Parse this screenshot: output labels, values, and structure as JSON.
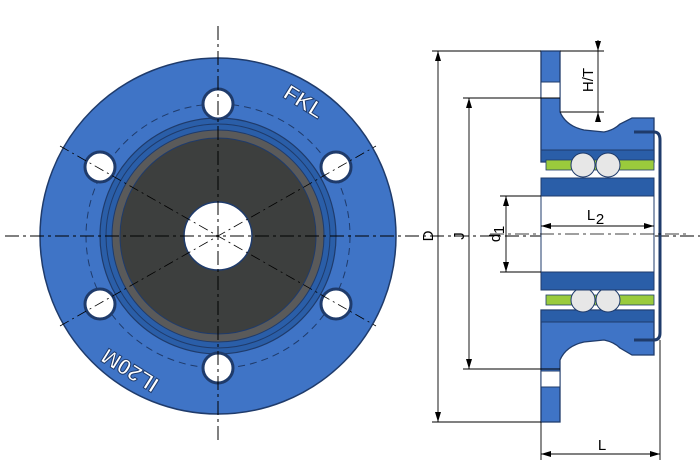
{
  "colors": {
    "flange": "#3f74c6",
    "flange_dark": "#2a5ea8",
    "outline": "#1f3b6b",
    "insert_outer": "#5a5a5a",
    "insert_inner": "#3d3f3e",
    "ball": "#e7e7e7",
    "cage": "#9acb3c",
    "background": "#ffffff"
  },
  "front_view": {
    "logo_top": "FKL",
    "logo_bottom": "IL20M"
  },
  "section_view": {
    "labels": {
      "height_thickness": "H/T",
      "outer_diameter": "D",
      "bolt_circle": "J",
      "bore": "d",
      "bore_subscript": "1",
      "inner_ring_width": "L",
      "inner_ring_width_subscript": "2",
      "total_length": "L"
    }
  }
}
